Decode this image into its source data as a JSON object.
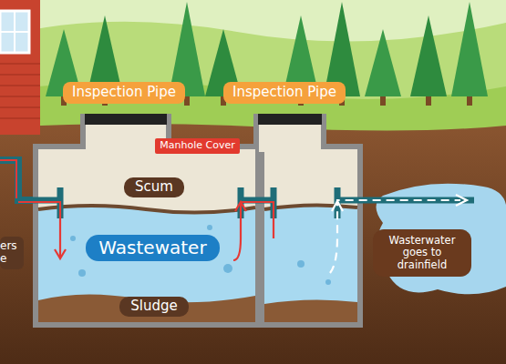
{
  "diagram": {
    "nodes": [
      {
        "text": [
          "Inspection Pipe"
        ]
      },
      {
        "text": [
          "Inspection Pipe"
        ]
      },
      {
        "text": [
          "Manhole Cover"
        ]
      },
      {
        "text": [
          "Scum"
        ]
      },
      {
        "text": [
          "ers e"
        ]
      },
      {
        "text": [
          "Wastewater"
        ]
      },
      {
        "text": [
          "Wasterwater goes to drainfield"
        ]
      },
      {
        "text": [
          "Sludge"
        ]
      }
    ]
  }
}
